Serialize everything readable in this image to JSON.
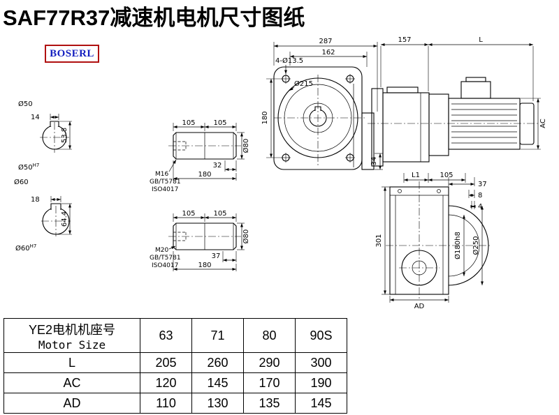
{
  "page": {
    "title": "SAF77R37减速机电机尺寸图纸",
    "brand": "BOSERL"
  },
  "views": {
    "shaft50": {
      "dia": "Ø50",
      "key_width": "14",
      "key_depth": "53.8",
      "fit": "Ø50",
      "fit_tol": "H7"
    },
    "shaft60": {
      "dia": "Ø60",
      "key_width": "18",
      "key_depth": "64.4",
      "fit": "Ø60",
      "fit_tol": "H7"
    },
    "bushing_top": {
      "len1": "105",
      "len2": "105",
      "tap_len": "32",
      "total_len": "180",
      "dia": "Ø80",
      "thread": "M16",
      "std1": "GB/T5781",
      "std2": "ISO4017"
    },
    "bushing_bottom": {
      "len1": "105",
      "len2": "105",
      "tap_len": "37",
      "total_len": "180",
      "dia": "Ø80",
      "thread": "M20",
      "std1": "GB/T5781",
      "std2": "ISO4017"
    },
    "front": {
      "overall_width": "287",
      "flange_width": "162",
      "holes": "4-Ø13.5",
      "flange_dia": "Ø215",
      "height": "180",
      "foot": "34"
    },
    "side": {
      "gear_length": "157",
      "motor_length": "L",
      "motor_height": "AC"
    },
    "output": {
      "len1": "L1",
      "len2": "105",
      "dim37": "37",
      "dim8": "8",
      "dim4": "4",
      "height": "301",
      "spigot": "Ø180h8",
      "flange": "Ø250",
      "width": "AD"
    }
  },
  "table": {
    "header_cn": "YE2电机机座号",
    "header_en": "Motor Size",
    "sizes": [
      "63",
      "71",
      "80",
      "90S"
    ],
    "rows": [
      {
        "label": "L",
        "values": [
          "205",
          "260",
          "290",
          "300"
        ]
      },
      {
        "label": "AC",
        "values": [
          "120",
          "145",
          "170",
          "190"
        ]
      },
      {
        "label": "AD",
        "values": [
          "110",
          "130",
          "135",
          "145"
        ]
      }
    ]
  }
}
